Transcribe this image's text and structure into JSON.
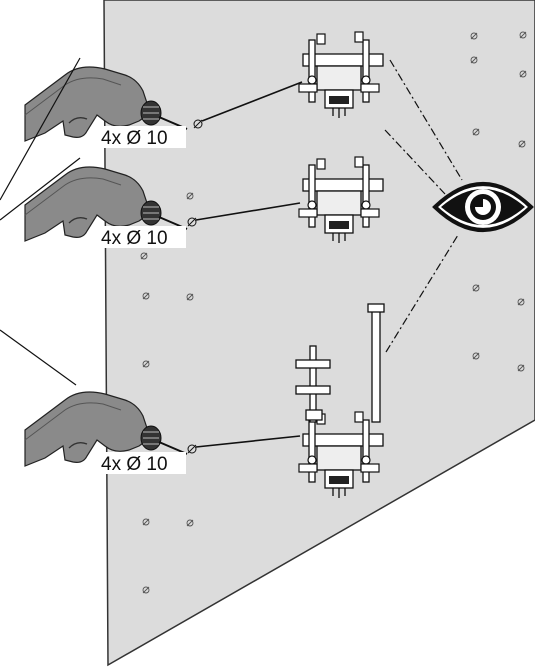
{
  "drill_labels": [
    {
      "text": "4x Ø 10"
    },
    {
      "text": "4x Ø 10"
    },
    {
      "text": "4x Ø 10"
    }
  ],
  "icons": {
    "inspect": "eye-icon",
    "tool": "drill-icon",
    "hole": "drill-hole-marker-icon",
    "part": "mounting-bracket-icon"
  },
  "colors": {
    "wall": "#dcdcdc",
    "wall_edge": "#333333",
    "drill_body": "#8a8a8a",
    "drill_dark": "#555555",
    "line": "#111111",
    "bracket": "#ffffff"
  }
}
